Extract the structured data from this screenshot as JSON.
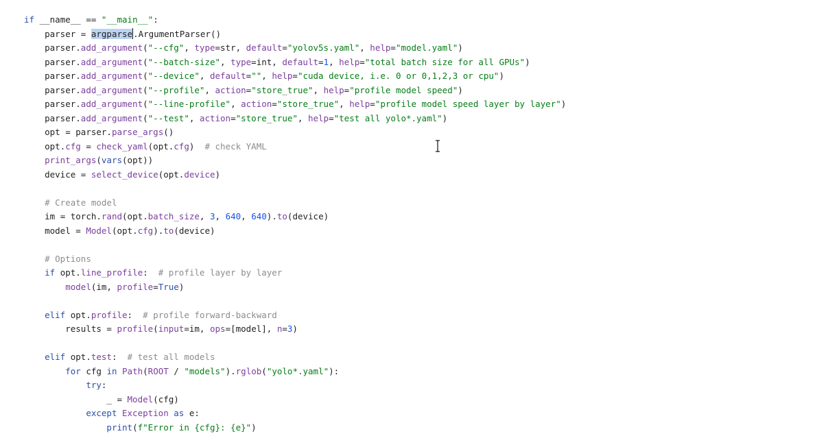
{
  "editor": {
    "language": "python",
    "selection": "argparse",
    "lines": [
      [
        {
          "t": "if",
          "c": "kw"
        },
        {
          "t": " __name__ ",
          "c": "dark"
        },
        {
          "t": "==",
          "c": "dark"
        },
        {
          "t": " ",
          "c": "dark"
        },
        {
          "t": "\"__main__\"",
          "c": "str"
        },
        {
          "t": ":",
          "c": "dark"
        }
      ],
      [
        {
          "t": "    parser ",
          "c": "dark"
        },
        {
          "t": "=",
          "c": "dark"
        },
        {
          "t": " ",
          "c": "dark"
        },
        {
          "t": "argparse",
          "c": "sel"
        },
        {
          "t": "|",
          "c": "caret"
        },
        {
          "t": ".ArgumentParser()",
          "c": "dark"
        }
      ],
      [
        {
          "t": "    parser.",
          "c": "dark"
        },
        {
          "t": "add_argument",
          "c": "fn"
        },
        {
          "t": "(",
          "c": "dark"
        },
        {
          "t": "\"--cfg\"",
          "c": "str"
        },
        {
          "t": ", ",
          "c": "dark"
        },
        {
          "t": "type",
          "c": "kwarg"
        },
        {
          "t": "=str, ",
          "c": "dark"
        },
        {
          "t": "default",
          "c": "kwarg"
        },
        {
          "t": "=",
          "c": "dark"
        },
        {
          "t": "\"yolov5s.yaml\"",
          "c": "str"
        },
        {
          "t": ", ",
          "c": "dark"
        },
        {
          "t": "help",
          "c": "kwarg"
        },
        {
          "t": "=",
          "c": "dark"
        },
        {
          "t": "\"model.yaml\"",
          "c": "str"
        },
        {
          "t": ")",
          "c": "dark"
        }
      ],
      [
        {
          "t": "    parser.",
          "c": "dark"
        },
        {
          "t": "add_argument",
          "c": "fn"
        },
        {
          "t": "(",
          "c": "dark"
        },
        {
          "t": "\"--batch-size\"",
          "c": "str"
        },
        {
          "t": ", ",
          "c": "dark"
        },
        {
          "t": "type",
          "c": "kwarg"
        },
        {
          "t": "=int, ",
          "c": "dark"
        },
        {
          "t": "default",
          "c": "kwarg"
        },
        {
          "t": "=",
          "c": "dark"
        },
        {
          "t": "1",
          "c": "num"
        },
        {
          "t": ", ",
          "c": "dark"
        },
        {
          "t": "help",
          "c": "kwarg"
        },
        {
          "t": "=",
          "c": "dark"
        },
        {
          "t": "\"total batch size for all GPUs\"",
          "c": "str"
        },
        {
          "t": ")",
          "c": "dark"
        }
      ],
      [
        {
          "t": "    parser.",
          "c": "dark"
        },
        {
          "t": "add_argument",
          "c": "fn"
        },
        {
          "t": "(",
          "c": "dark"
        },
        {
          "t": "\"--device\"",
          "c": "str"
        },
        {
          "t": ", ",
          "c": "dark"
        },
        {
          "t": "default",
          "c": "kwarg"
        },
        {
          "t": "=",
          "c": "dark"
        },
        {
          "t": "\"\"",
          "c": "str"
        },
        {
          "t": ", ",
          "c": "dark"
        },
        {
          "t": "help",
          "c": "kwarg"
        },
        {
          "t": "=",
          "c": "dark"
        },
        {
          "t": "\"cuda device, i.e. 0 or 0,1,2,3 or cpu\"",
          "c": "str"
        },
        {
          "t": ")",
          "c": "dark"
        }
      ],
      [
        {
          "t": "    parser.",
          "c": "dark"
        },
        {
          "t": "add_argument",
          "c": "fn"
        },
        {
          "t": "(",
          "c": "dark"
        },
        {
          "t": "\"--profile\"",
          "c": "str"
        },
        {
          "t": ", ",
          "c": "dark"
        },
        {
          "t": "action",
          "c": "kwarg"
        },
        {
          "t": "=",
          "c": "dark"
        },
        {
          "t": "\"store_true\"",
          "c": "str"
        },
        {
          "t": ", ",
          "c": "dark"
        },
        {
          "t": "help",
          "c": "kwarg"
        },
        {
          "t": "=",
          "c": "dark"
        },
        {
          "t": "\"profile model speed\"",
          "c": "str"
        },
        {
          "t": ")",
          "c": "dark"
        }
      ],
      [
        {
          "t": "    parser.",
          "c": "dark"
        },
        {
          "t": "add_argument",
          "c": "fn"
        },
        {
          "t": "(",
          "c": "dark"
        },
        {
          "t": "\"--line-profile\"",
          "c": "str"
        },
        {
          "t": ", ",
          "c": "dark"
        },
        {
          "t": "action",
          "c": "kwarg"
        },
        {
          "t": "=",
          "c": "dark"
        },
        {
          "t": "\"store_true\"",
          "c": "str"
        },
        {
          "t": ", ",
          "c": "dark"
        },
        {
          "t": "help",
          "c": "kwarg"
        },
        {
          "t": "=",
          "c": "dark"
        },
        {
          "t": "\"profile model speed layer by layer\"",
          "c": "str"
        },
        {
          "t": ")",
          "c": "dark"
        }
      ],
      [
        {
          "t": "    parser.",
          "c": "dark"
        },
        {
          "t": "add_argument",
          "c": "fn"
        },
        {
          "t": "(",
          "c": "dark"
        },
        {
          "t": "\"--test\"",
          "c": "str"
        },
        {
          "t": ", ",
          "c": "dark"
        },
        {
          "t": "action",
          "c": "kwarg"
        },
        {
          "t": "=",
          "c": "dark"
        },
        {
          "t": "\"store_true\"",
          "c": "str"
        },
        {
          "t": ", ",
          "c": "dark"
        },
        {
          "t": "help",
          "c": "kwarg"
        },
        {
          "t": "=",
          "c": "dark"
        },
        {
          "t": "\"test all yolo*.yaml\"",
          "c": "str"
        },
        {
          "t": ")",
          "c": "dark"
        }
      ],
      [
        {
          "t": "    opt ",
          "c": "dark"
        },
        {
          "t": "=",
          "c": "dark"
        },
        {
          "t": " parser.",
          "c": "dark"
        },
        {
          "t": "parse_args",
          "c": "fn"
        },
        {
          "t": "()",
          "c": "dark"
        }
      ],
      [
        {
          "t": "    opt.",
          "c": "dark"
        },
        {
          "t": "cfg",
          "c": "purple"
        },
        {
          "t": " = ",
          "c": "dark"
        },
        {
          "t": "check_yaml",
          "c": "fn"
        },
        {
          "t": "(opt.",
          "c": "dark"
        },
        {
          "t": "cfg",
          "c": "purple"
        },
        {
          "t": ")  ",
          "c": "dark"
        },
        {
          "t": "# check YAML",
          "c": "cm"
        }
      ],
      [
        {
          "t": "    ",
          "c": "dark"
        },
        {
          "t": "print_args",
          "c": "fn"
        },
        {
          "t": "(",
          "c": "dark"
        },
        {
          "t": "vars",
          "c": "builtin"
        },
        {
          "t": "(opt))",
          "c": "dark"
        }
      ],
      [
        {
          "t": "    device ",
          "c": "dark"
        },
        {
          "t": "=",
          "c": "dark"
        },
        {
          "t": " ",
          "c": "dark"
        },
        {
          "t": "select_device",
          "c": "fn"
        },
        {
          "t": "(opt.",
          "c": "dark"
        },
        {
          "t": "device",
          "c": "purple"
        },
        {
          "t": ")",
          "c": "dark"
        }
      ],
      [
        {
          "t": "",
          "c": "dark"
        }
      ],
      [
        {
          "t": "    ",
          "c": "dark"
        },
        {
          "t": "# Create model",
          "c": "cm"
        }
      ],
      [
        {
          "t": "    im ",
          "c": "dark"
        },
        {
          "t": "=",
          "c": "dark"
        },
        {
          "t": " torch.",
          "c": "dark"
        },
        {
          "t": "rand",
          "c": "fn"
        },
        {
          "t": "(opt.",
          "c": "dark"
        },
        {
          "t": "batch_size",
          "c": "purple"
        },
        {
          "t": ", ",
          "c": "dark"
        },
        {
          "t": "3",
          "c": "num"
        },
        {
          "t": ", ",
          "c": "dark"
        },
        {
          "t": "640",
          "c": "num"
        },
        {
          "t": ", ",
          "c": "dark"
        },
        {
          "t": "640",
          "c": "num"
        },
        {
          "t": ").",
          "c": "dark"
        },
        {
          "t": "to",
          "c": "fn"
        },
        {
          "t": "(device)",
          "c": "dark"
        }
      ],
      [
        {
          "t": "    model ",
          "c": "dark"
        },
        {
          "t": "=",
          "c": "dark"
        },
        {
          "t": " ",
          "c": "dark"
        },
        {
          "t": "Model",
          "c": "fn"
        },
        {
          "t": "(opt.",
          "c": "dark"
        },
        {
          "t": "cfg",
          "c": "purple"
        },
        {
          "t": ").",
          "c": "dark"
        },
        {
          "t": "to",
          "c": "fn"
        },
        {
          "t": "(device)",
          "c": "dark"
        }
      ],
      [
        {
          "t": "",
          "c": "dark"
        }
      ],
      [
        {
          "t": "    ",
          "c": "dark"
        },
        {
          "t": "# Options",
          "c": "cm"
        }
      ],
      [
        {
          "t": "    ",
          "c": "dark"
        },
        {
          "t": "if",
          "c": "kw"
        },
        {
          "t": " opt.",
          "c": "dark"
        },
        {
          "t": "line_profile",
          "c": "purple"
        },
        {
          "t": ":  ",
          "c": "dark"
        },
        {
          "t": "# profile layer by layer",
          "c": "cm"
        }
      ],
      [
        {
          "t": "        ",
          "c": "dark"
        },
        {
          "t": "model",
          "c": "purple"
        },
        {
          "t": "(im, ",
          "c": "dark"
        },
        {
          "t": "profile",
          "c": "kwarg"
        },
        {
          "t": "=",
          "c": "dark"
        },
        {
          "t": "True",
          "c": "kw"
        },
        {
          "t": ")",
          "c": "dark"
        }
      ],
      [
        {
          "t": "",
          "c": "dark"
        }
      ],
      [
        {
          "t": "    ",
          "c": "dark"
        },
        {
          "t": "elif",
          "c": "kw"
        },
        {
          "t": " opt.",
          "c": "dark"
        },
        {
          "t": "profile",
          "c": "purple"
        },
        {
          "t": ":  ",
          "c": "dark"
        },
        {
          "t": "# profile forward-backward",
          "c": "cm"
        }
      ],
      [
        {
          "t": "        results ",
          "c": "dark"
        },
        {
          "t": "=",
          "c": "dark"
        },
        {
          "t": " ",
          "c": "dark"
        },
        {
          "t": "profile",
          "c": "fn"
        },
        {
          "t": "(",
          "c": "dark"
        },
        {
          "t": "input",
          "c": "kwarg"
        },
        {
          "t": "=im, ",
          "c": "dark"
        },
        {
          "t": "ops",
          "c": "kwarg"
        },
        {
          "t": "=[model], ",
          "c": "dark"
        },
        {
          "t": "n",
          "c": "kwarg"
        },
        {
          "t": "=",
          "c": "dark"
        },
        {
          "t": "3",
          "c": "num"
        },
        {
          "t": ")",
          "c": "dark"
        }
      ],
      [
        {
          "t": "",
          "c": "dark"
        }
      ],
      [
        {
          "t": "    ",
          "c": "dark"
        },
        {
          "t": "elif",
          "c": "kw"
        },
        {
          "t": " opt.",
          "c": "dark"
        },
        {
          "t": "test",
          "c": "purple"
        },
        {
          "t": ":  ",
          "c": "dark"
        },
        {
          "t": "# test all models",
          "c": "cm"
        }
      ],
      [
        {
          "t": "        ",
          "c": "dark"
        },
        {
          "t": "for",
          "c": "kw"
        },
        {
          "t": " cfg ",
          "c": "dark"
        },
        {
          "t": "in",
          "c": "kw"
        },
        {
          "t": " ",
          "c": "dark"
        },
        {
          "t": "Path",
          "c": "fn"
        },
        {
          "t": "(",
          "c": "dark"
        },
        {
          "t": "ROOT",
          "c": "purple"
        },
        {
          "t": " / ",
          "c": "dark"
        },
        {
          "t": "\"models\"",
          "c": "str"
        },
        {
          "t": ").",
          "c": "dark"
        },
        {
          "t": "rglob",
          "c": "fn"
        },
        {
          "t": "(",
          "c": "dark"
        },
        {
          "t": "\"yolo*.yaml\"",
          "c": "str"
        },
        {
          "t": "):",
          "c": "dark"
        }
      ],
      [
        {
          "t": "            ",
          "c": "dark"
        },
        {
          "t": "try",
          "c": "kw"
        },
        {
          "t": ":",
          "c": "dark"
        }
      ],
      [
        {
          "t": "                _ ",
          "c": "dark"
        },
        {
          "t": "=",
          "c": "dark"
        },
        {
          "t": " ",
          "c": "dark"
        },
        {
          "t": "Model",
          "c": "fn"
        },
        {
          "t": "(cfg)",
          "c": "dark"
        }
      ],
      [
        {
          "t": "            ",
          "c": "dark"
        },
        {
          "t": "except",
          "c": "kw"
        },
        {
          "t": " ",
          "c": "dark"
        },
        {
          "t": "Exception",
          "c": "fn"
        },
        {
          "t": " ",
          "c": "dark"
        },
        {
          "t": "as",
          "c": "kw"
        },
        {
          "t": " e:",
          "c": "dark"
        }
      ],
      [
        {
          "t": "                ",
          "c": "dark"
        },
        {
          "t": "print",
          "c": "builtin"
        },
        {
          "t": "(",
          "c": "dark"
        },
        {
          "t": "f\"Error in {cfg}: {e}\"",
          "c": "str"
        },
        {
          "t": ")",
          "c": "dark"
        }
      ]
    ]
  }
}
